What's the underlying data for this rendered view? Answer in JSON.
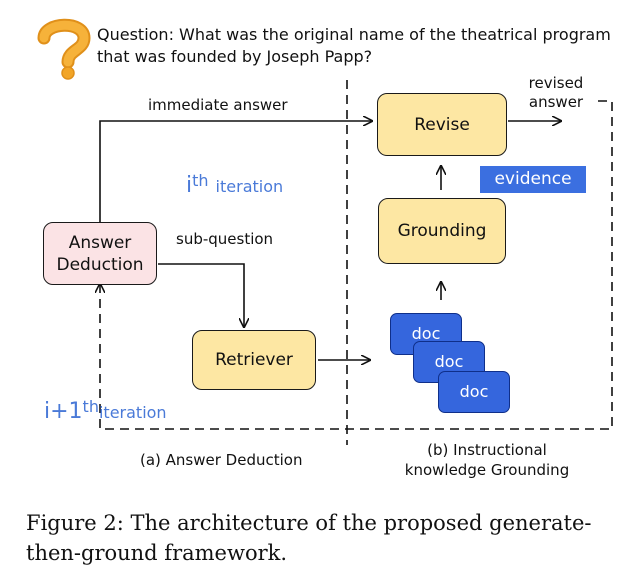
{
  "question": "Question: What was the original name of the theatrical program that was founded by Joseph Papp?",
  "labels": {
    "immediate_answer": "immediate answer",
    "revised_answer": "revised answer",
    "sub_question": "sub-question",
    "evidence": "evidence"
  },
  "nodes": {
    "answer_deduction": "Answer Deduction",
    "retriever": "Retriever",
    "grounding": "Grounding",
    "revise": "Revise"
  },
  "docs": [
    "doc",
    "doc",
    "doc"
  ],
  "iterations": {
    "ith": {
      "base": "i",
      "sup": "th",
      "sub": "iteration"
    },
    "i_plus_1th": {
      "base": "i+1",
      "sup": "th",
      "sub": "iteration"
    }
  },
  "sections": {
    "a": "(a) Answer Deduction",
    "b": "(b) Instructional knowledge Grounding"
  },
  "caption": "Figure 2: The architecture of the proposed generate-then-ground framework.",
  "colors": {
    "yellow_box": "#fde7a3",
    "pink_box": "#fbe3e5",
    "doc_blue": "#3566dd",
    "evidence_blue": "#3b6fe0",
    "iteration_text": "#4a7ad8",
    "question_icon": "#f2a527"
  },
  "icons": {
    "question_icon": "question-mark-icon"
  }
}
